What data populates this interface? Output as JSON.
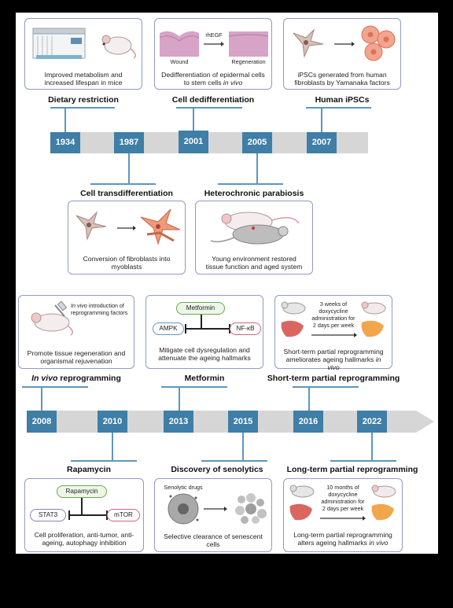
{
  "colors": {
    "track": "#d6d6d6",
    "year": "#3f7ea6",
    "line": "#5b97bf",
    "border": "#8f9bc6"
  },
  "timeline1": {
    "years": [
      "1934",
      "1987",
      "2001",
      "2005",
      "2007"
    ]
  },
  "timeline2": {
    "years": [
      "2008",
      "2010",
      "2013",
      "2015",
      "2016",
      "2022"
    ]
  },
  "events": {
    "dietary": {
      "title": "Dietary restriction",
      "caption": "Improved metabolism and increased lifespan in mice"
    },
    "dediff": {
      "title": "Cell dedifferentiation",
      "caption": "Dedifferentiation of epidermal cells to stem cells",
      "caption_italic": "in vivo",
      "label_wound": "Wound",
      "label_rhegf": "rhEGF",
      "label_regen": "Regeneration"
    },
    "ipsc": {
      "title": "Human iPSCs",
      "caption": "iPSCs generated from human fibroblasts by Yamanaka factors"
    },
    "transdiff": {
      "title": "Cell transdifferentiation",
      "caption": "Conversion of fibroblasts into myoblasts"
    },
    "parabiosis": {
      "title": "Heterochronic parabiosis",
      "caption": "Young environment restored tissue function and aged system"
    },
    "invivo": {
      "title_italic": "In vivo",
      "title_rest": " reprogramming",
      "note_italic": "In vivo",
      "note_rest": " introduction of reprogramming factors",
      "caption": "Promote tissue regeneration and organismal rejuvenation"
    },
    "metformin": {
      "title": "Metformin",
      "pill": "Metformin",
      "ampk": "AMPK",
      "nfkb": "NF-κB",
      "caption": "Mitigate cell dysregulation and attenuate the ageing hallmarks"
    },
    "short": {
      "title": "Short-term partial reprogramming",
      "note": "3 weeks of doxycycline administration for 2 days per week",
      "caption": "Short-term partial reprogramming ameliorates ageing hallmarks",
      "caption_italic": "in vivo"
    },
    "rapamycin": {
      "title": "Rapamycin",
      "pill": "Rapamycin",
      "stat3": "STAT3",
      "mtor": "mTOR",
      "caption": "Cell proliferation, anti-tumor, anti-ageing, autophagy inhibition"
    },
    "senolytics": {
      "title": "Discovery of senolytics",
      "drug": "Senolytic drugs",
      "caption": "Selective clearance of senescent cells"
    },
    "long": {
      "title": "Long-term partial reprogramming",
      "note": "10 months of doxycycline administration for 2 days per week",
      "caption": "Long-term partial reprogramming alters ageing hallmarks",
      "caption_italic": "in vivo"
    }
  }
}
